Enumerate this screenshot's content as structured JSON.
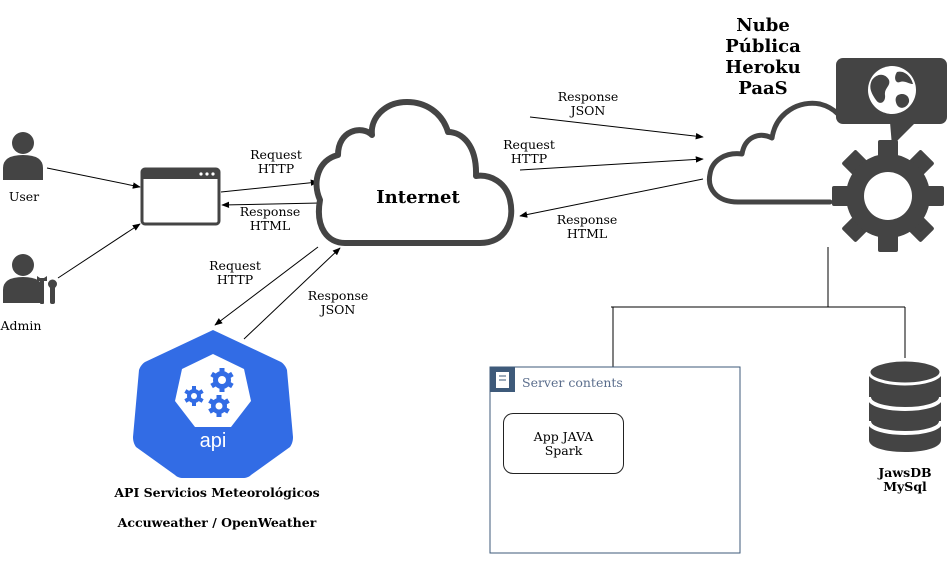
{
  "actors": {
    "user": "User",
    "admin": "Admin"
  },
  "edges": {
    "browser_to_internet": [
      "Request",
      "HTTP"
    ],
    "internet_to_browser": [
      "Response",
      "HTML"
    ],
    "internet_to_api": [
      "Request",
      "HTTP"
    ],
    "api_to_internet": [
      "Response",
      "JSON"
    ],
    "heroku_to_internet_json": [
      "Response",
      "JSON"
    ],
    "internet_to_heroku": [
      "Request",
      "HTTP"
    ],
    "heroku_to_internet_html": [
      "Response",
      "HTML"
    ]
  },
  "internet": {
    "label": "Internet"
  },
  "cloud": {
    "title_lines": [
      "Nube",
      "Pública",
      "Heroku",
      "PaaS"
    ]
  },
  "api": {
    "icon_text": "api",
    "caption": "API Servicios Meteorológicos",
    "providers": "Accuweather / OpenWeather"
  },
  "server": {
    "title": "Server contents",
    "app_lines": [
      "App JAVA",
      "Spark"
    ]
  },
  "database": {
    "label_lines": [
      "JawsDB",
      "MySql"
    ]
  },
  "colors": {
    "api_blue": "#326ce5",
    "icon_gray": "#444444",
    "server_border": "#3e5a7a",
    "line": "#000000"
  }
}
